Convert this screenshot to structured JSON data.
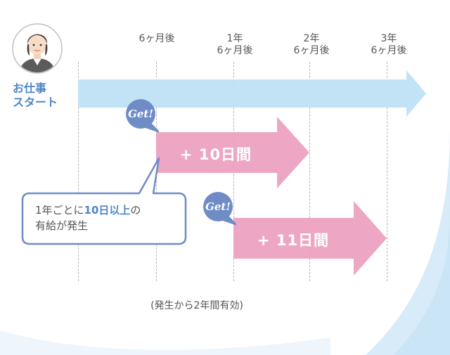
{
  "timeline": {
    "ticks": [
      {
        "line1": "",
        "line2": "6ヶ月後"
      },
      {
        "line1": "1年",
        "line2": "6ヶ月後"
      },
      {
        "line1": "2年",
        "line2": "6ヶ月後"
      },
      {
        "line1": "3年",
        "line2": "6ヶ月後"
      }
    ],
    "start_label_line1": "お仕事",
    "start_label_line2": "スタート"
  },
  "grants": [
    {
      "label": "+ 10日間",
      "badge": "Get!"
    },
    {
      "label": "+ 11日間",
      "badge": "Get!"
    }
  ],
  "callout": {
    "text_before": "1年ごとに",
    "text_highlight": "10日以上",
    "text_after_line1": "の",
    "text_line2": "有給が発生"
  },
  "footnote": "(発生から2年間有効)",
  "colors": {
    "main_arrow": "#bfe0f4",
    "grant_arrow": "#ec9fbf",
    "badge": "#6f8cc7",
    "accent_blue": "#4f86c6",
    "callout_border": "#6f8cc7",
    "bg_swoosh": "#d7ecf8"
  }
}
